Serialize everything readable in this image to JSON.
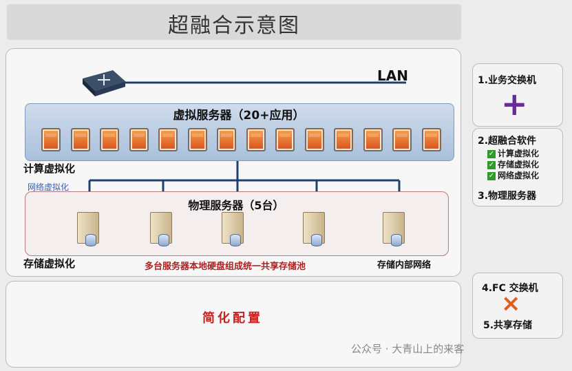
{
  "title": "超融合示意图",
  "lan_label": "LAN",
  "virtual_band_title": "虚拟服务器（20+应用）",
  "compute_label": "计算虚拟化",
  "network_label": "网络虚拟化",
  "physical_band_title": "物理服务器（5台）",
  "storage_label": "存储虚拟化",
  "pool_text": "多台服务器本地硬盘组成统一共享存储池",
  "internal_network_label": "存储内部网络",
  "simplify_text": "简化配置",
  "right_panel": {
    "item1": "1.业务交换机",
    "plus_symbol": "+",
    "item2": "2.超融合软件",
    "sub_items": [
      "计算虚拟化",
      "存储虚拟化",
      "网络虚拟化"
    ],
    "item3": "3.物理服务器",
    "item4": "4.FC 交换机",
    "cross_symbol": "×",
    "item5": "5.共享存储"
  },
  "watermark": "公众号 · 大青山上的来客",
  "colors": {
    "virtual_band": "#a9c0dc",
    "line": "#1f3f6e",
    "accent_red": "#c62020",
    "plus_purple": "#6a2a9a",
    "cross_orange": "#e65a1a"
  }
}
